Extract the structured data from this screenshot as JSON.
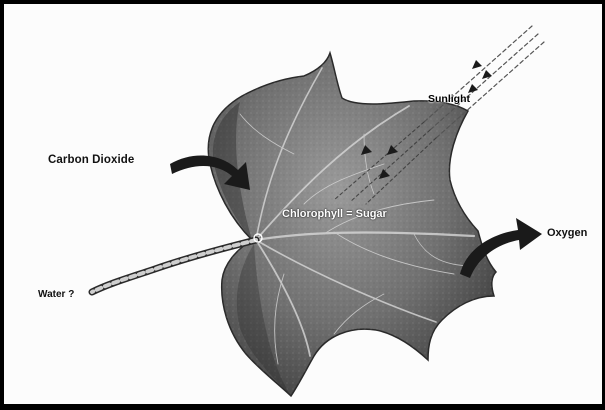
{
  "labels": {
    "carbon_dioxide": "Carbon Dioxide",
    "sunlight": "Sunlight",
    "chlorophyll_sugar": "Chlorophyll = Sugar",
    "oxygen": "Oxygen",
    "water": "Water ?"
  },
  "colors": {
    "leaf": "#7a7a7a",
    "leaf_dark": "#3e3e3e",
    "vein": "#d6d6d6",
    "arrow": "#1a1a1a",
    "frame": "#000000"
  }
}
